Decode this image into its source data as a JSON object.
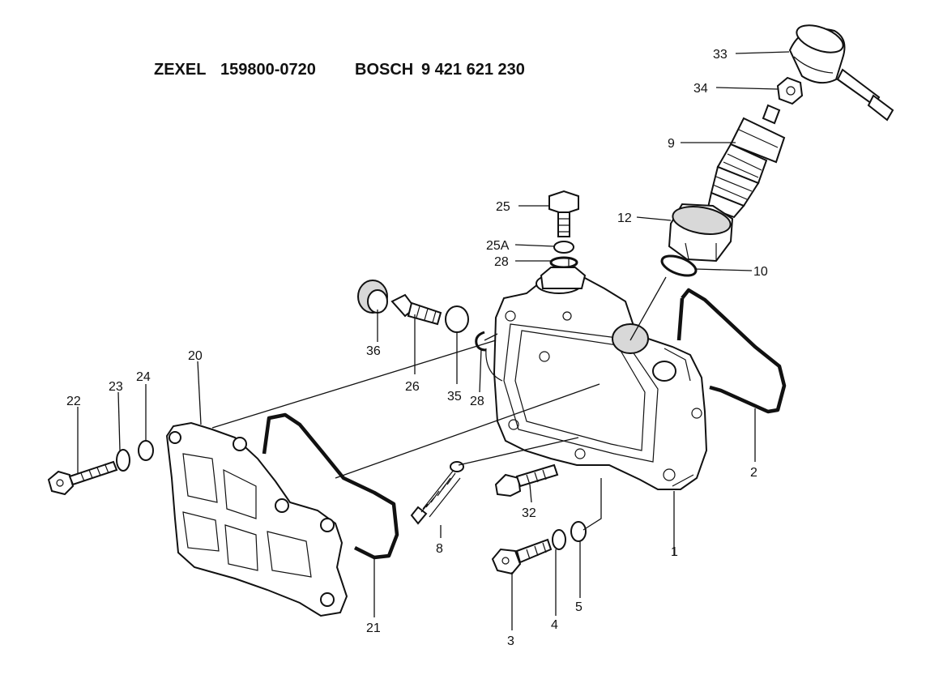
{
  "header": {
    "brand1": "ZEXEL",
    "part1": "159800-0720",
    "brand2": "BOSCH",
    "part2": "9 421 621 230"
  },
  "callouts": {
    "c33": "33",
    "c34": "34",
    "c9": "9",
    "c25": "25",
    "c12": "12",
    "c25a": "25A",
    "c28a": "28",
    "c10": "10",
    "c36": "36",
    "c26": "26",
    "c35": "35",
    "c28b": "28",
    "c20": "20",
    "c22": "22",
    "c23": "23",
    "c24": "24",
    "c2": "2",
    "c32": "32",
    "c8": "8",
    "c1": "1",
    "c21": "21",
    "c3": "3",
    "c4": "4",
    "c5": "5"
  }
}
